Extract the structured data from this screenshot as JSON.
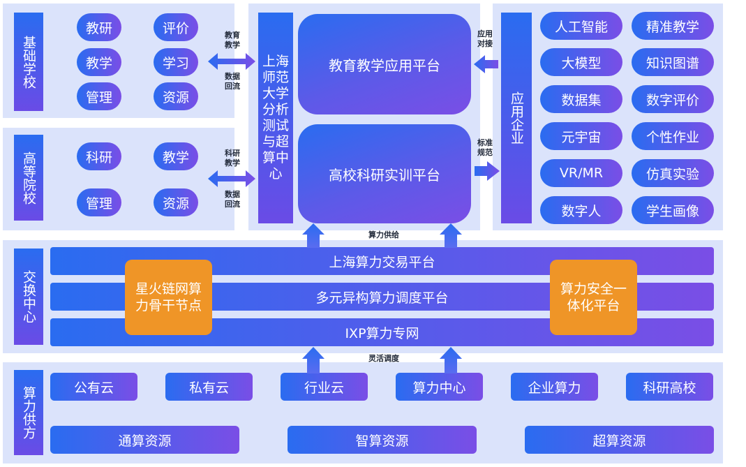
{
  "basic_school": {
    "title": "基础学校",
    "items": [
      "教研",
      "评价",
      "教学",
      "学习",
      "管理",
      "资源"
    ],
    "arrow_top": "教育\n教学",
    "arrow_bottom": "数据\n回流"
  },
  "university": {
    "title": "高等院校",
    "items": [
      "科研",
      "教学",
      "管理",
      "资源"
    ],
    "arrow_top": "科研\n教学",
    "arrow_bottom": "数据\n回流"
  },
  "center": {
    "title": "上海师范大学分析测试与超算中心",
    "platform_top": "教育教学应用平台",
    "platform_bottom": "高校科研实训平台",
    "arrow_right_top": "应用\n对接",
    "arrow_right_bottom": "标准\n规范",
    "supply_label": "算力供给"
  },
  "enterprise": {
    "title": "应用企业",
    "items": [
      "人工智能",
      "精准教学",
      "大模型",
      "知识图谱",
      "数据集",
      "数字评价",
      "元宇宙",
      "个性作业",
      "VR/MR",
      "仿真实验",
      "数字人",
      "学生画像"
    ]
  },
  "exchange": {
    "title": "交换中心",
    "bars": [
      "上海算力交易平台",
      "多元异构算力调度平台",
      "IXP算力专网"
    ],
    "left_node": "星火链网算力骨干节点",
    "right_node": "算力安全一体化平台",
    "dispatch_label": "灵活调度"
  },
  "supply": {
    "title": "算力供方",
    "top_items": [
      "公有云",
      "私有云",
      "行业云",
      "算力中心",
      "企业算力",
      "科研高校"
    ],
    "bottom_items": [
      "通算资源",
      "智算资源",
      "超算资源"
    ]
  },
  "colors": {
    "panel_bg": "#dbe3fb",
    "gradient_start": "#2a6cf0",
    "gradient_end": "#7a4ee6",
    "orange": "#ef9527"
  }
}
